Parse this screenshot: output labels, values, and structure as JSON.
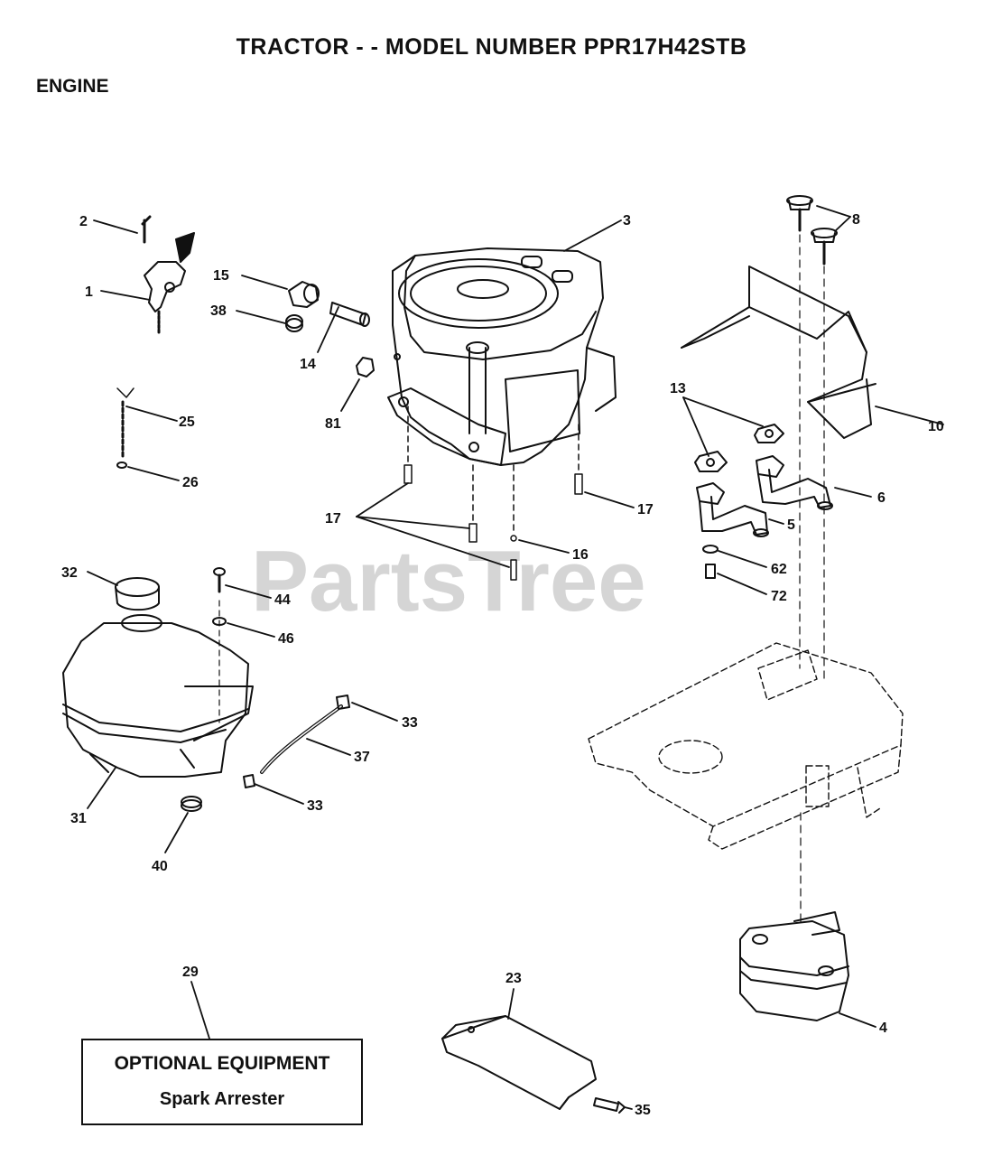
{
  "header": {
    "title": "TRACTOR - - MODEL NUMBER PPR17H42STB",
    "section": "ENGINE"
  },
  "watermark": "PartsTree",
  "optional_box": {
    "title": "OPTIONAL EQUIPMENT",
    "subtitle": "Spark Arrester"
  },
  "callouts": {
    "c1": "1",
    "c2": "2",
    "c3": "3",
    "c4": "4",
    "c5": "5",
    "c6": "6",
    "c8": "8",
    "c10": "10",
    "c13": "13",
    "c14": "14",
    "c15": "15",
    "c16": "16",
    "c17a": "17",
    "c17b": "17",
    "c23": "23",
    "c25": "25",
    "c26": "26",
    "c29": "29",
    "c31": "31",
    "c32": "32",
    "c33a": "33",
    "c33b": "33",
    "c35": "35",
    "c37": "37",
    "c38": "38",
    "c40": "40",
    "c44": "44",
    "c46": "46",
    "c62": "62",
    "c72": "72",
    "c81": "81"
  },
  "colors": {
    "ink": "#111111",
    "watermark": "#c8c8c8"
  }
}
